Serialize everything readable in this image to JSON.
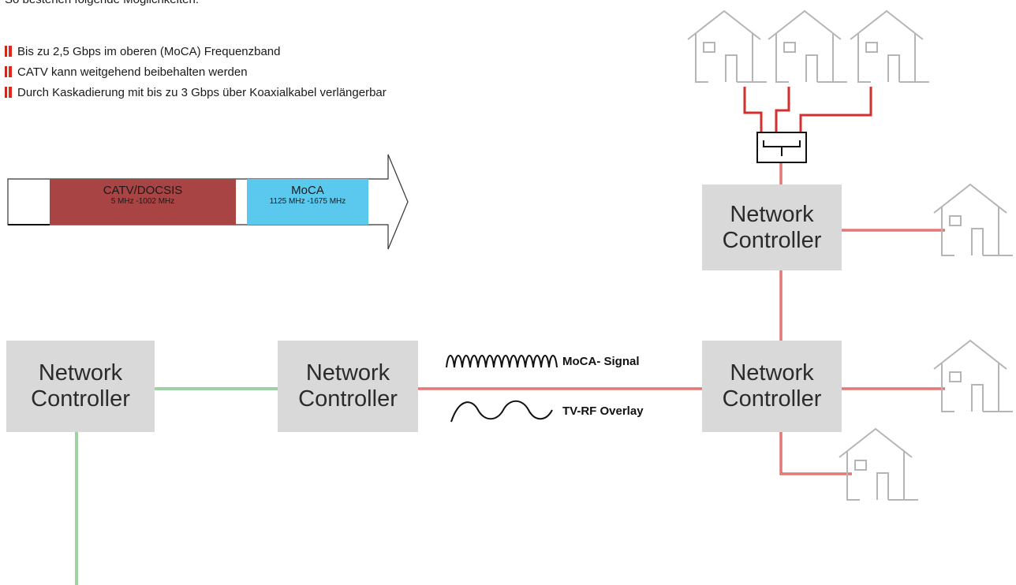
{
  "intro_text": "So bestehen folgende Möglichkeiten:",
  "bullets": [
    "Bis zu 2,5 Gbps im oberen (MoCA) Frequenzband",
    "CATV kann weitgehend beibehalten werden",
    "Durch Kaskadierung mit bis zu 3 Gbps über Koaxialkabel verlängerbar"
  ],
  "spectrum": {
    "catv": {
      "name": "CATV/DOCSIS",
      "range": "5 MHz -1002 MHz",
      "color": "#a94444"
    },
    "moca": {
      "name": "MoCA",
      "range": "1125 MHz -1675 MHz",
      "color": "#5bc8ee"
    }
  },
  "nodes": {
    "nc_left": [
      "Network",
      "Controller"
    ],
    "nc_middle": [
      "Network",
      "Controller"
    ],
    "nc_right_bottom": [
      "Network",
      "Controller"
    ],
    "nc_right_top": [
      "Network",
      "Controller"
    ]
  },
  "signals": {
    "moca": "MoCA- Signal",
    "tv_rf": "TV-RF Overlay"
  },
  "colors": {
    "accent_red": "#c62a1f",
    "link_red": "#d32f2f",
    "link_green": "#3ea34a",
    "node_gray": "#d9d9d9",
    "house_gray": "#b5b5b5"
  }
}
